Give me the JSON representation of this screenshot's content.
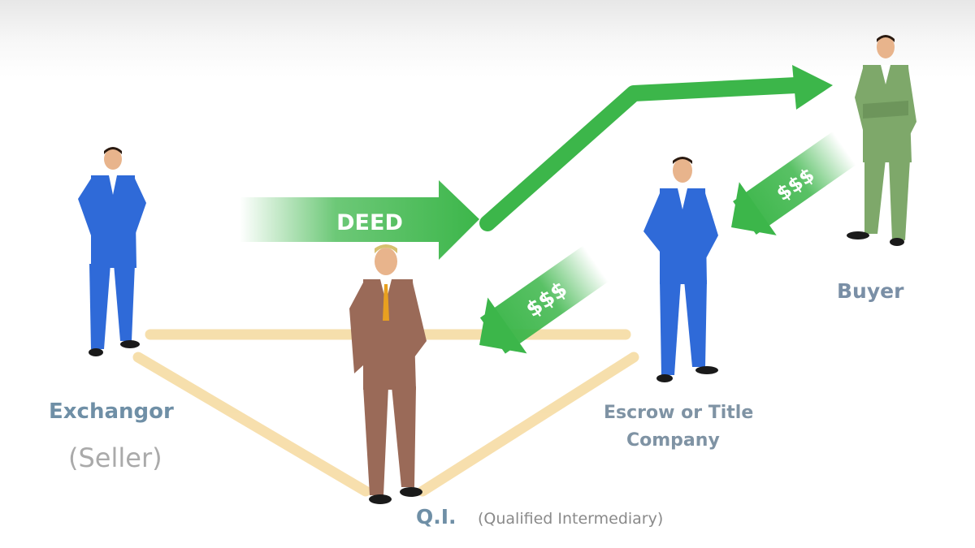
{
  "arrows": {
    "deed": "DEED",
    "money_top": "$$$",
    "money_bottom": "$$$"
  },
  "parties": {
    "exchangor": "Exchangor",
    "seller": "(Seller)",
    "escrow_line1": "Escrow or Title",
    "escrow_line2": "Company",
    "buyer": "Buyer",
    "qi": "Q.I.",
    "qi_full": "(Qualified Intermediary)"
  },
  "colors": {
    "arrow_green": "#3cb64a",
    "triangle_line": "#f6dca4",
    "suit_blue": "#2f6ad8",
    "suit_brown": "#9a6a58",
    "suit_green": "#7ea86a"
  }
}
